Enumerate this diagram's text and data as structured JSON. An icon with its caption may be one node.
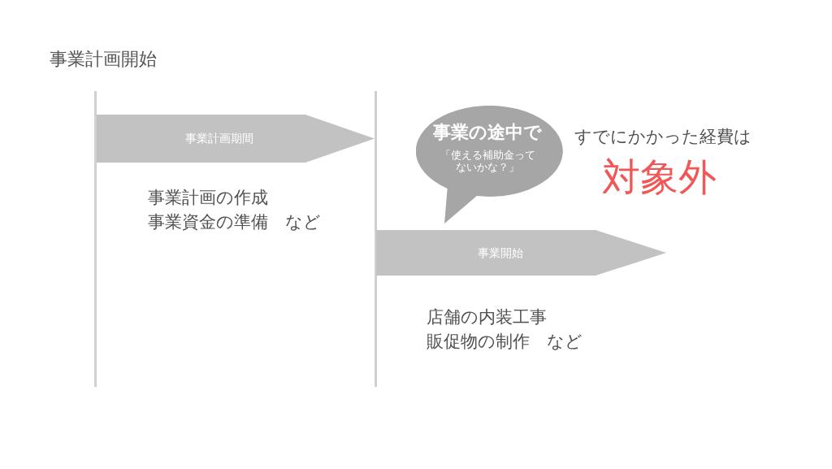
{
  "diagram": {
    "title": "事業計画開始",
    "nodes": [
      {
        "text": [
          "事業計画期間"
        ]
      },
      {
        "text": [
          "事業の途中で",
          "「使える補助金ってないかな？」"
        ]
      },
      {
        "text": [
          "事業開始"
        ]
      }
    ],
    "edges": [],
    "labels": [
      "事業計画の作成",
      "事業資金の準備　など",
      "すでにかかった経費は",
      "対象外",
      "店舗の内装工事",
      "販促物の制作　など"
    ]
  }
}
